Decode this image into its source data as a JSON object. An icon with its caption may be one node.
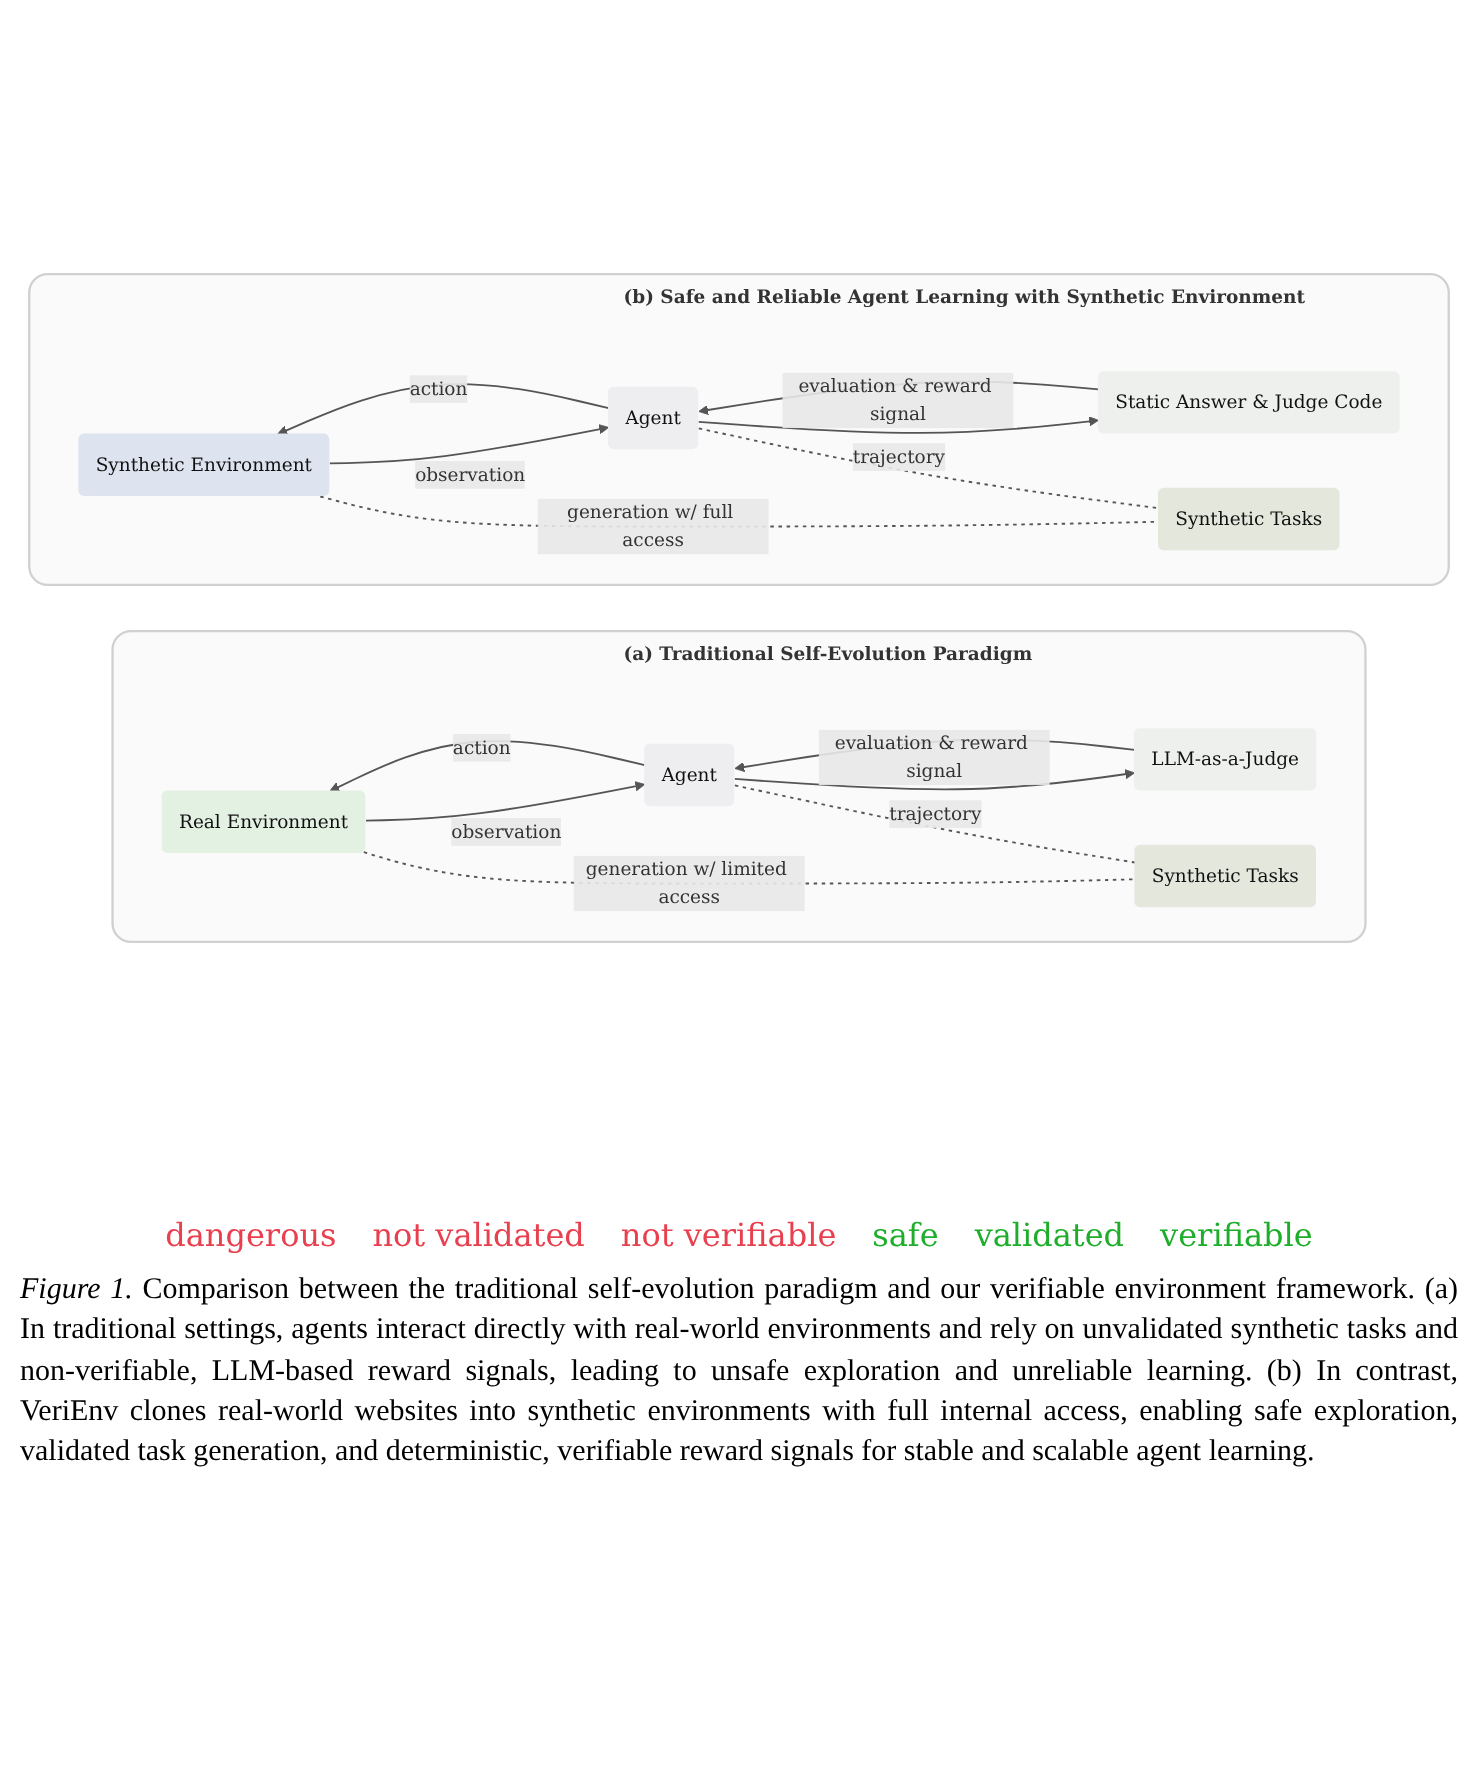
{
  "diagram": {
    "nodes": [
      {
        "text": [
          "(a) Traditional Self-Evolution Paradigm"
        ]
      },
      {
        "text": [
          "Real Environment"
        ],
        "in": 0
      },
      {
        "text": [
          "Agent"
        ],
        "in": 0
      },
      {
        "text": [
          "LLM-as-a-Judge"
        ],
        "in": 0
      },
      {
        "text": [
          "Synthetic Tasks"
        ],
        "in": 0
      },
      {
        "text": [
          "(b) Safe and Reliable Agent Learning with Synthetic Environment"
        ]
      },
      {
        "text": [
          "Synthetic Environment"
        ],
        "in": 5
      },
      {
        "text": [
          "Agent"
        ],
        "in": 5
      },
      {
        "text": [
          "Static Answer & Judge Code"
        ],
        "in": 5
      },
      {
        "text": [
          "Synthetic Tasks"
        ],
        "in": 5
      }
    ],
    "edges": [
      {
        "from": 1,
        "to": 2,
        "arrow": "to",
        "label": "observation"
      },
      {
        "from": 2,
        "to": 1,
        "arrow": "to",
        "label": "action"
      },
      {
        "from": 2,
        "to": 3,
        "arrow": "to",
        "label": "trajectory"
      },
      {
        "from": 3,
        "to": 2,
        "arrow": "to",
        "label": "evaluation & reward signal"
      },
      {
        "from": 1,
        "to": 4,
        "arrow": "none",
        "style": "dashed",
        "label": "generation w/ limited access"
      },
      {
        "from": 2,
        "to": 4,
        "arrow": "none",
        "style": "dashed"
      },
      {
        "from": 6,
        "to": 7,
        "arrow": "to",
        "label": "observation"
      },
      {
        "from": 7,
        "to": 6,
        "arrow": "to",
        "label": "action"
      },
      {
        "from": 7,
        "to": 8,
        "arrow": "to",
        "label": "trajectory"
      },
      {
        "from": 8,
        "to": 7,
        "arrow": "to",
        "label": "evaluation & reward signal"
      },
      {
        "from": 6,
        "to": 9,
        "arrow": "none",
        "style": "dashed",
        "label": "generation w/ full access"
      },
      {
        "from": 7,
        "to": 9,
        "arrow": "none",
        "style": "dashed"
      }
    ],
    "labels": [
      "dangerous",
      "not validated",
      "not verifiable",
      "safe",
      "validated",
      "verifiable"
    ],
    "caption": "*Figure 1.* Comparison between the traditional self-evolution paradigm and our verifiable environment framework. (a) In traditional settings, agents interact directly with real-world environments and rely on unvalidated synthetic tasks and non-verifiable, LLM-based reward signals, leading to unsafe exploration and unreliable learning. (b) In contrast, VeriEnv clones real-world websites into synthetic environments with full internal access, enabling safe exploration, validated task generation, and deterministic, verifiable reward signals for stable and scalable agent learning."
  }
}
